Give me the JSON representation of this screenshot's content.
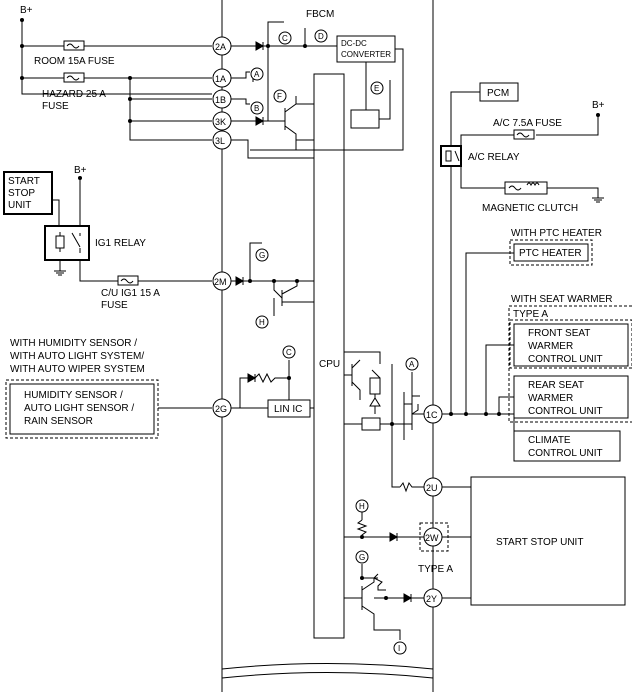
{
  "battery": {
    "bplus": "B+"
  },
  "module": {
    "title": "FBCM",
    "cpu": "CPU",
    "dcdc_line1": "DC-DC",
    "dcdc_line2": "CONVERTER",
    "lin": "LIN IC"
  },
  "fuses": {
    "room": "ROOM 15A FUSE",
    "hazard_line1": "HAZARD 25 A",
    "hazard_line2": "FUSE",
    "cu_line1": "C/U IG1 15 A",
    "cu_line2": "FUSE",
    "ac": "A/C 7.5A FUSE"
  },
  "pins": {
    "p2A": "2A",
    "p1A": "1A",
    "p1B": "1B",
    "p3K": "3K",
    "p3L": "3L",
    "p2M": "2M",
    "p2G": "2G",
    "p1C": "1C",
    "p2U": "2U",
    "p2W": "2W",
    "p2Y": "2Y"
  },
  "markers": {
    "A": "A",
    "B": "B",
    "C": "C",
    "D": "D",
    "E": "E",
    "F": "F",
    "G": "G",
    "H": "H",
    "I": "I"
  },
  "start_stop_left": {
    "line1": "START",
    "line2": "STOP",
    "line3": "UNIT"
  },
  "ig1_relay": "IG1 RELAY",
  "humidity": {
    "cond_line1": "WITH HUMIDITY SENSOR /",
    "cond_line2": "WITH AUTO LIGHT SYSTEM/",
    "cond_line3": "WITH AUTO WIPER SYSTEM",
    "box_line1": "HUMIDITY SENSOR /",
    "box_line2": "AUTO LIGHT SENSOR /",
    "box_line3": "RAIN SENSOR"
  },
  "pcm": "PCM",
  "ac_relay": "A/C RELAY",
  "magnetic_clutch": "MAGNETIC CLUTCH",
  "ptc": {
    "condition": "WITH PTC HEATER",
    "label": "PTC HEATER"
  },
  "seat": {
    "condition": "WITH SEAT WARMER",
    "type": "TYPE A",
    "front_line1": "FRONT SEAT",
    "front_line2": "WARMER",
    "front_line3": "CONTROL UNIT",
    "rear_line1": "REAR SEAT",
    "rear_line2": "WARMER",
    "rear_line3": "CONTROL UNIT"
  },
  "climate": {
    "line1": "CLIMATE",
    "line2": "CONTROL UNIT"
  },
  "start_stop_right": "START STOP UNIT",
  "type_a": "TYPE A"
}
